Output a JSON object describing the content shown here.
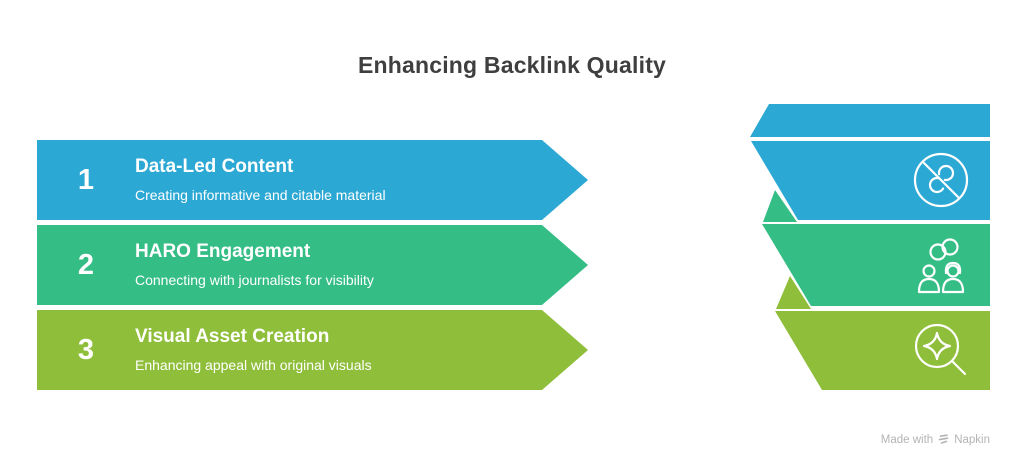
{
  "title": "Enhancing Backlink Quality",
  "steps": [
    {
      "number": "1",
      "title": "Data-Led Content",
      "description": "Creating informative and citable material",
      "color": "#2CA8D4",
      "icon": "broken-link-icon"
    },
    {
      "number": "2",
      "title": "HARO Engagement",
      "description": "Connecting with journalists for visibility",
      "color": "#34BD85",
      "icon": "people-link-icon"
    },
    {
      "number": "3",
      "title": "Visual Asset Creation",
      "description": "Enhancing appeal with original visuals",
      "color": "#8FBE3A",
      "icon": "sparkle-search-icon"
    }
  ],
  "watermark": {
    "prefix": "Made with",
    "brand": "Napkin",
    "color": "#B4B4B8"
  },
  "colors": {
    "title_text": "#3F3F3F",
    "banner_text": "#FFFFFF",
    "background": "#FFFFFF"
  }
}
